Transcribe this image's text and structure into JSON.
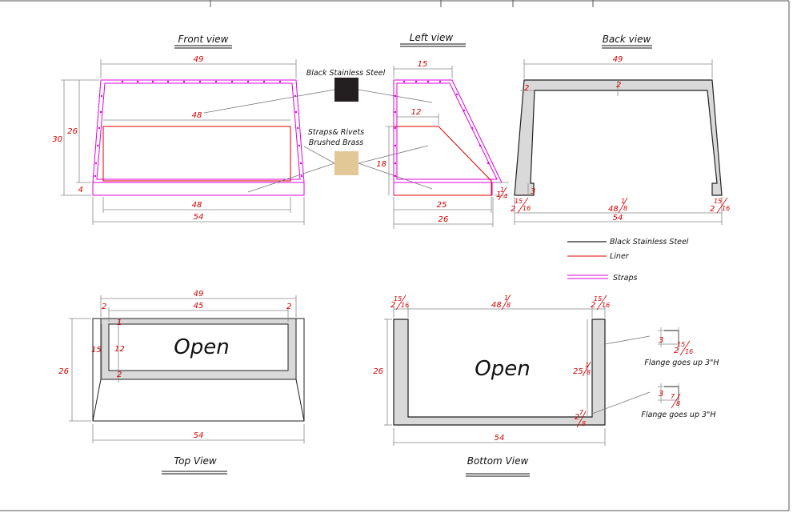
{
  "views": {
    "front": "Front view",
    "left": "Left view",
    "back": "Back view",
    "top": "Top View",
    "bottom": "Bottom View"
  },
  "labels": {
    "black_ss": "Black Stainless Steel",
    "straps_line1": "Straps& Rivets",
    "straps_line2": "Brushed Brass",
    "open": "Open",
    "flange": "Flange goes up 3\"H"
  },
  "legend": {
    "black_ss": "Black Stainless Steel",
    "liner": "Liner",
    "straps": "Straps"
  },
  "colors": {
    "black_ss": "#231f20",
    "brass": "#e2c896",
    "liner": "#e00000",
    "straps": "#e000e0",
    "steel_fill": "#d9d9d9"
  },
  "dims": {
    "front": {
      "top": "49",
      "mid": "48",
      "bottom_inner": "48",
      "bottom": "54",
      "h_total": "30",
      "h_body": "26",
      "h_base": "4"
    },
    "left": {
      "top": "15",
      "liner_top": "12",
      "h": "18",
      "bottom_liner": "25",
      "bottom": "26",
      "a": "1",
      "b": "4",
      "num": "1",
      "den": "4"
    },
    "back": {
      "top": "49",
      "side": "2",
      "top_t": "2",
      "flange": "3",
      "left_w": "2",
      "left_num": "15",
      "left_den": "16",
      "mid_w": "48",
      "mid_num": "1",
      "mid_den": "8",
      "right_w": "2",
      "right_num": "15",
      "right_den": "16",
      "bottom": "54"
    },
    "top": {
      "top": "49",
      "inner": "45",
      "l": "2",
      "r": "2",
      "t": "1",
      "h": "15",
      "h2": "12",
      "b": "2",
      "h_total": "26",
      "bottom": "54"
    },
    "bottom": {
      "l_w": "2",
      "l_num": "15",
      "l_den": "16",
      "mid_w": "48",
      "mid_num": "1",
      "mid_den": "8",
      "r_w": "2",
      "r_num": "15",
      "r_den": "16",
      "h": "26",
      "h_in": "25",
      "h_num": "1",
      "h_den": "8",
      "t_w": "2",
      "t_num": "7",
      "t_den": "8",
      "bottom": "54"
    },
    "flange1": {
      "h": "3",
      "w": "2",
      "num": "15",
      "den": "16"
    },
    "flange2": {
      "h": "3",
      "num": "7",
      "den": "8"
    }
  }
}
